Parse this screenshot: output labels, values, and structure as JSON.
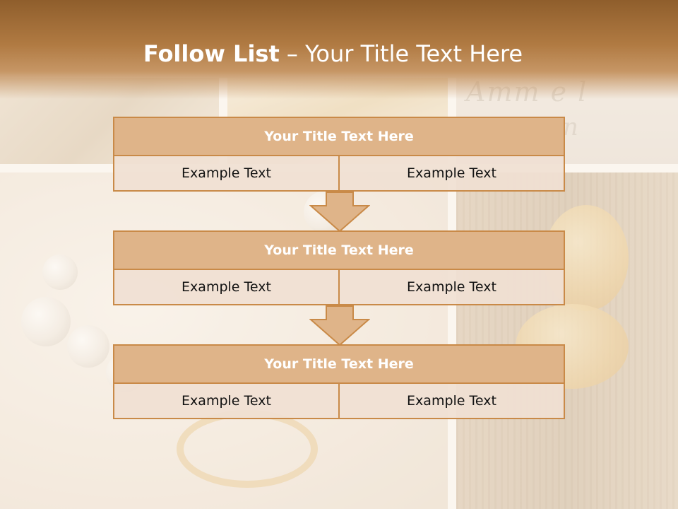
{
  "slide": {
    "title_bold": "Follow List",
    "title_rest": " – Your Title Text Here"
  },
  "background": {
    "script_line1": "Amm e l",
    "script_line2": "lur. n"
  },
  "follow_list": [
    {
      "title": "Your Title Text Here",
      "left": "Example Text",
      "right": "Example Text"
    },
    {
      "title": "Your Title Text Here",
      "left": "Example Text",
      "right": "Example Text"
    },
    {
      "title": "Your Title Text Here",
      "left": "Example Text",
      "right": "Example Text"
    }
  ],
  "colors": {
    "header_dark": "#8f5e2c",
    "accent": "#c98a48",
    "block_head": "#dfb489",
    "cell_bg": "#f0e0d2"
  }
}
